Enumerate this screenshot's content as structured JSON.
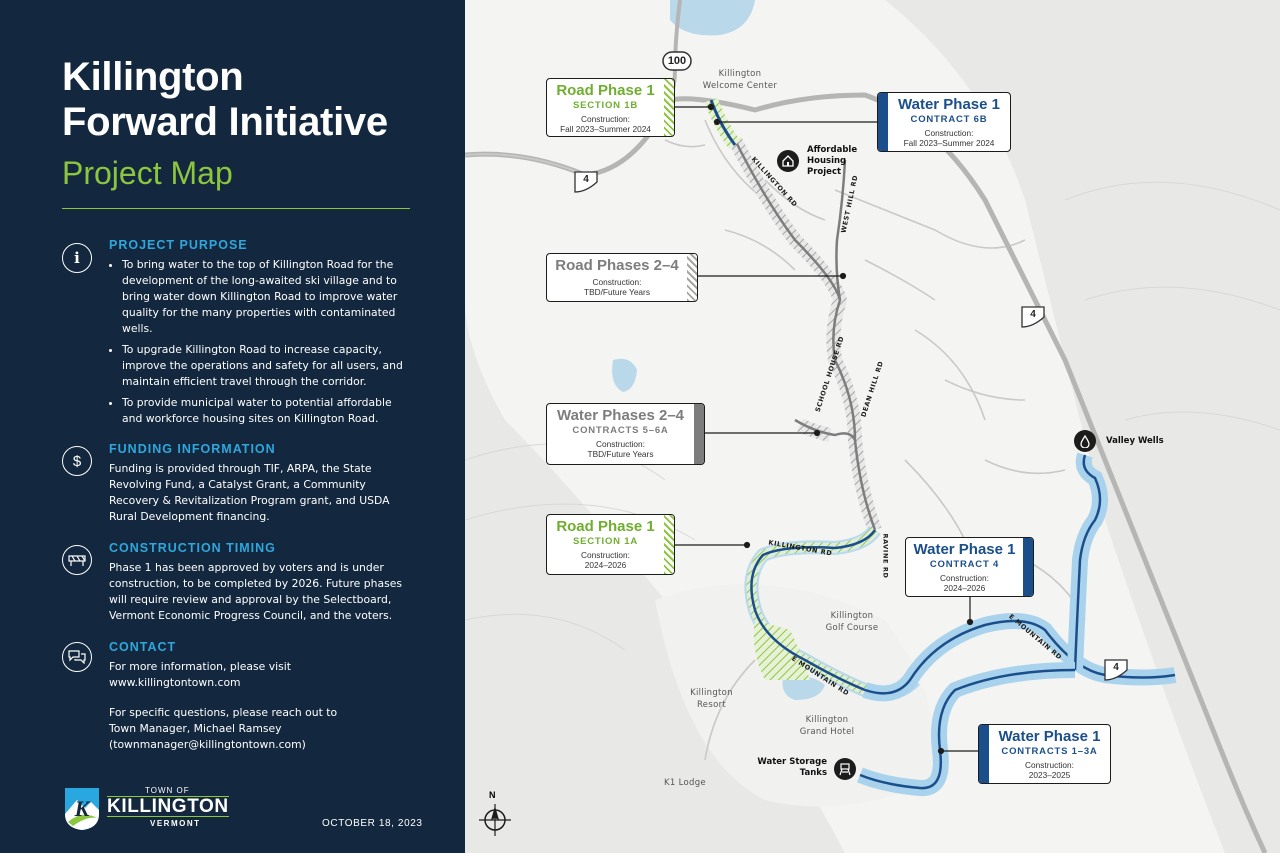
{
  "sidebar": {
    "title_line1": "Killington",
    "title_line2": "Forward Initiative",
    "subtitle": "Project Map",
    "sections": {
      "purpose": {
        "heading": "PROJECT PURPOSE",
        "icon": "info-icon",
        "bullets": [
          "To bring water to the top of Killington Road for the development of the long-awaited ski village and to bring water down Killington Road to improve water quality for the many properties with contaminated wells.",
          "To upgrade Killington Road to increase capacity, improve the operations and safety for all users, and maintain efficient travel through the corridor.",
          "To provide municipal water to potential affordable and workforce housing sites on Killington Road."
        ]
      },
      "funding": {
        "heading": "FUNDING INFORMATION",
        "icon": "dollar-icon",
        "body": "Funding is provided through TIF, ARPA, the State Revolving Fund, a Catalyst Grant, a Community Recovery & Revitalization Program grant, and USDA Rural Development financing."
      },
      "timing": {
        "heading": "CONSTRUCTION TIMING",
        "icon": "construction-barrier-icon",
        "body": "Phase 1 has been approved by voters and is under construction, to be completed by 2026. Future phases will require review and approval by the Selectboard, Vermont Economic Progress Council, and the voters."
      },
      "contact": {
        "heading": "CONTACT",
        "icon": "chat-bubbles-icon",
        "body1": "For more information, please visit",
        "url": "www.killingtontown.com",
        "body2": "For specific questions, please reach out to",
        "name": "Town Manager, Michael Ramsey",
        "email": "(townmanager@killingtontown.com)"
      }
    },
    "logo": {
      "top": "TOWN OF",
      "name": "KILLINGTON",
      "bottom": "VERMONT"
    },
    "date": "OCTOBER 18, 2023"
  },
  "map": {
    "route_shields": [
      "100",
      "4",
      "4",
      "4"
    ],
    "callouts": [
      {
        "id": "road-1b",
        "title": "Road Phase 1",
        "sub": "SECTION 1B",
        "small1": "Construction:",
        "small2": "Fall 2023–Summer 2024"
      },
      {
        "id": "water-6b",
        "title": "Water Phase 1",
        "sub": "CONTRACT 6B",
        "small1": "Construction:",
        "small2": "Fall 2023–Summer 2024"
      },
      {
        "id": "road-2-4",
        "title": "Road Phases 2–4",
        "sub": "",
        "small1": "Construction:",
        "small2": "TBD/Future Years"
      },
      {
        "id": "water-2-4",
        "title": "Water Phases 2–4",
        "sub": "CONTRACTS 5–6A",
        "small1": "Construction:",
        "small2": "TBD/Future Years"
      },
      {
        "id": "road-1a",
        "title": "Road Phase 1",
        "sub": "SECTION 1A",
        "small1": "Construction:",
        "small2": "2024–2026"
      },
      {
        "id": "water-4",
        "title": "Water Phase 1",
        "sub": "CONTRACT 4",
        "small1": "Construction:",
        "small2": "2024–2026"
      },
      {
        "id": "water-1-3a",
        "title": "Water Phase 1",
        "sub": "CONTRACTS 1–3A",
        "small1": "Construction:",
        "small2": "2023–2025"
      }
    ],
    "places": {
      "welcome_1": "Killington",
      "welcome_2": "Welcome Center",
      "housing_1": "Affordable",
      "housing_2": "Housing",
      "housing_3": "Project",
      "valley_wells": "Valley Wells",
      "golf_1": "Killington",
      "golf_2": "Golf Course",
      "resort_1": "Killington",
      "resort_2": "Resort",
      "hotel_1": "Killington",
      "hotel_2": "Grand Hotel",
      "tanks_1": "Water Storage",
      "tanks_2": "Tanks",
      "k1": "K1 Lodge"
    },
    "roads": {
      "killington_rd_upper": "KILLINGTON RD",
      "west_hill_rd": "WEST HILL RD",
      "school_house_rd": "SCHOOL HOUSE RD",
      "dean_hill_rd": "DEAN HILL RD",
      "killington_rd_lower": "KILLINGTON RD",
      "ravine_rd": "RAVINE RD",
      "e_mountain_rd_1": "E MOUNTAIN RD",
      "e_mountain_rd_2": "E MOUNTAIN RD"
    },
    "north": "N",
    "colors": {
      "road_phase1": "#6fae2f",
      "water_phase1": "#1b4f8c",
      "future": "#7d7d7d",
      "sidebar_bg": "#13283e",
      "heading_blue": "#2fa7dc",
      "accent_green": "#8cc63f"
    }
  }
}
